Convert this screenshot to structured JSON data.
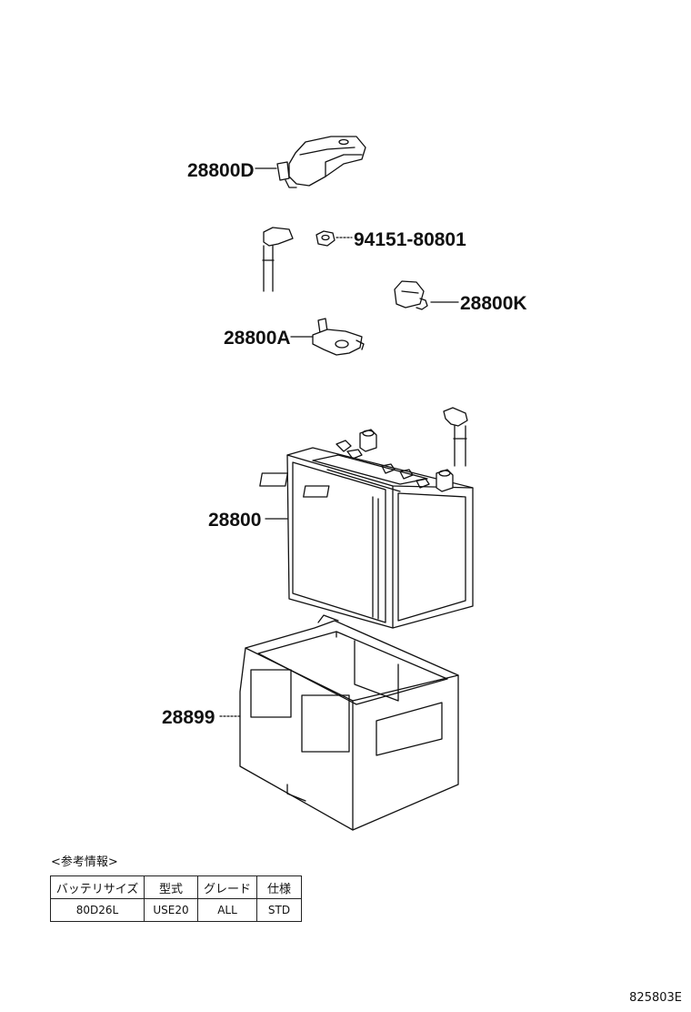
{
  "parts": {
    "cover_d": "28800D",
    "bolt": "94151-80801",
    "cover_k": "28800K",
    "clamp_a": "28800A",
    "battery": "28800",
    "tray": "28899"
  },
  "reference": {
    "title": "<参考情報>",
    "headers": [
      "バッテリサイズ",
      "型式",
      "グレード",
      "仕様"
    ],
    "row": [
      "80D26L",
      "USE20",
      "ALL",
      "STD"
    ]
  },
  "diagram_id": "825803E"
}
